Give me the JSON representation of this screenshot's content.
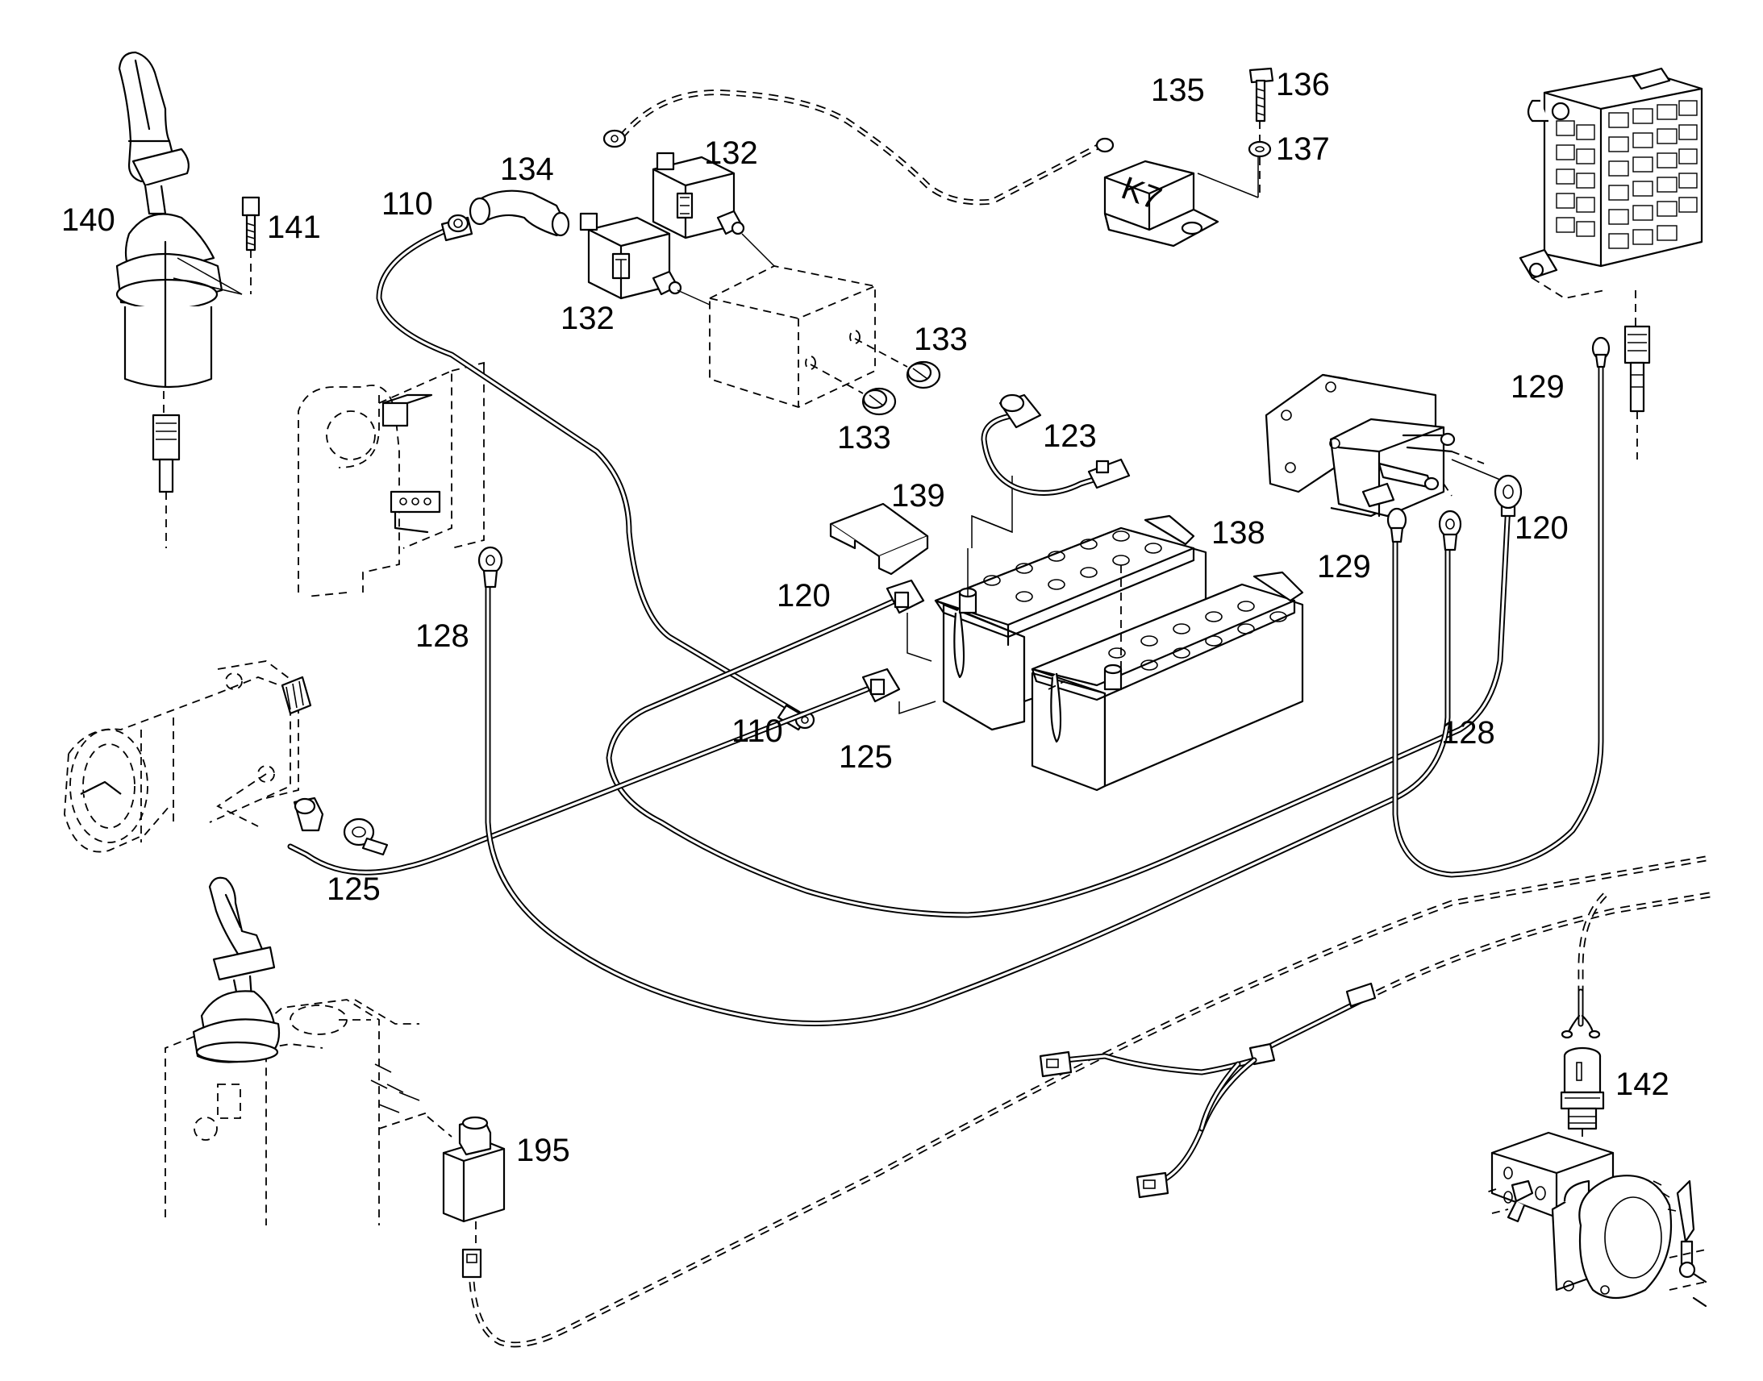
{
  "diagram": {
    "callouts": {
      "c110a": "110",
      "c110b": "110",
      "c120a": "120",
      "c120b": "120",
      "c123": "123",
      "c125a": "125",
      "c125b": "125",
      "c128a": "128",
      "c128b": "128",
      "c129a": "129",
      "c129b": "129",
      "c132a": "132",
      "c132b": "132",
      "c133a": "133",
      "c133b": "133",
      "c134": "134",
      "c135": "135",
      "c136": "136",
      "c137": "137",
      "c138": "138",
      "c139": "139",
      "c140": "140",
      "c141": "141",
      "c142": "142",
      "c195": "195"
    },
    "relay_marking": "K7"
  }
}
